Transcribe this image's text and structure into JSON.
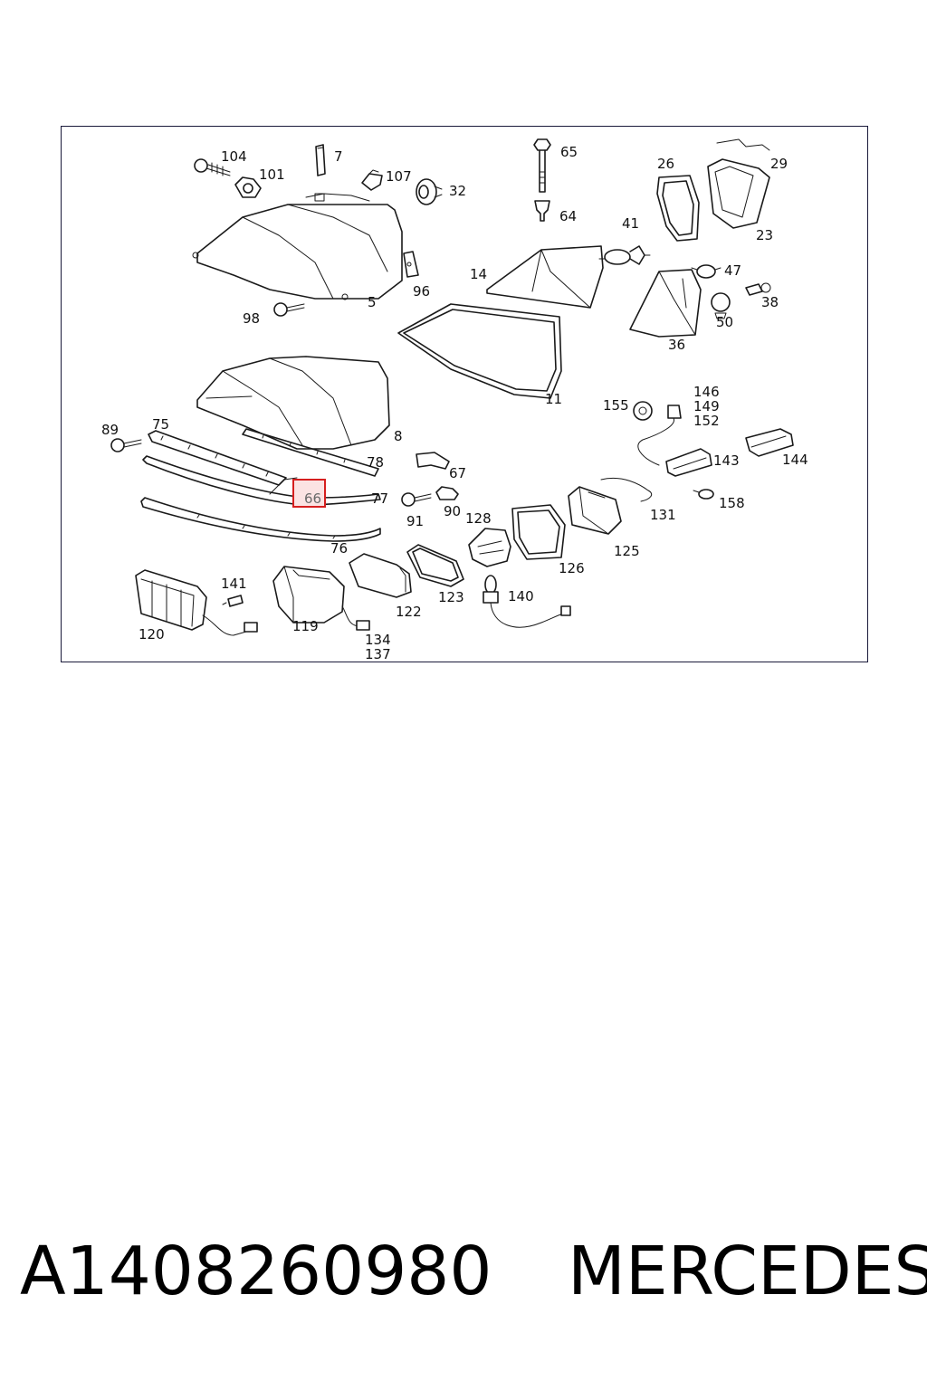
{
  "diagram": {
    "callouts": {
      "c104": "104",
      "c101": "101",
      "c7": "7",
      "c107": "107",
      "c32": "32",
      "c65": "65",
      "c64": "64",
      "c26": "26",
      "c29": "29",
      "c23": "23",
      "c41": "41",
      "c14": "14",
      "c47": "47",
      "c38": "38",
      "c50": "50",
      "c36": "36",
      "c98": "98",
      "c5": "5",
      "c96": "96",
      "c11": "11",
      "c8": "8",
      "c155": "155",
      "c146": "146",
      "c149": "149",
      "c152": "152",
      "c143": "143",
      "c144": "144",
      "c89": "89",
      "c75": "75",
      "c78": "78",
      "c67": "67",
      "c77": "77",
      "c91": "91",
      "c90": "90",
      "c128": "128",
      "c131": "131",
      "c158": "158",
      "c76": "76",
      "c126": "126",
      "c125": "125",
      "c141": "141",
      "c123": "123",
      "c140": "140",
      "c120": "120",
      "c119": "119",
      "c122": "122",
      "c134": "134",
      "c137": "137"
    },
    "highlighted": "66",
    "highlight_color": "#d61f1f"
  },
  "footer": {
    "part_number": "A1408260980",
    "brand": "MERCEDES"
  }
}
